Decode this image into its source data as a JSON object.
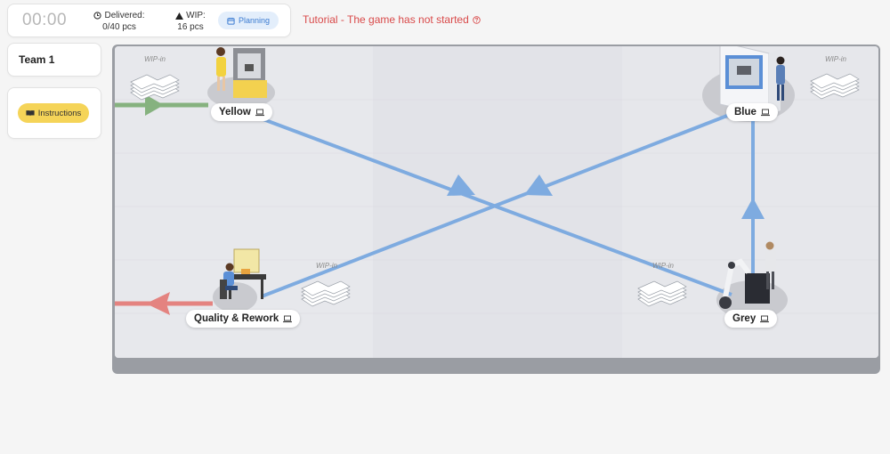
{
  "header": {
    "timer": "00:00",
    "delivered_label": "Delivered:",
    "delivered_value": "0/40 pcs",
    "wip_label": "WIP:",
    "wip_value": "16 pcs",
    "planning_label": "Planning",
    "tutorial_text": "Tutorial - The game has not started"
  },
  "sidebar": {
    "team_name": "Team 1",
    "instructions_label": "Instructions"
  },
  "board": {
    "wip_in_label": "WIP-in",
    "stations": {
      "yellow": "Yellow",
      "blue": "Blue",
      "grey": "Grey",
      "quality": "Quality & Rework"
    }
  },
  "colors": {
    "flow_arrow": "#7eabe0",
    "inbound_arrow": "#86b27f",
    "outbound_arrow": "#e48380",
    "tutorial_text": "#d94a4a",
    "instructions_button": "#f5d458",
    "planning_button": "#e3eefb"
  },
  "icons": [
    "clock-icon",
    "triangle-icon",
    "calendar-icon",
    "help-circle-icon",
    "book-icon",
    "laptop-icon"
  ]
}
